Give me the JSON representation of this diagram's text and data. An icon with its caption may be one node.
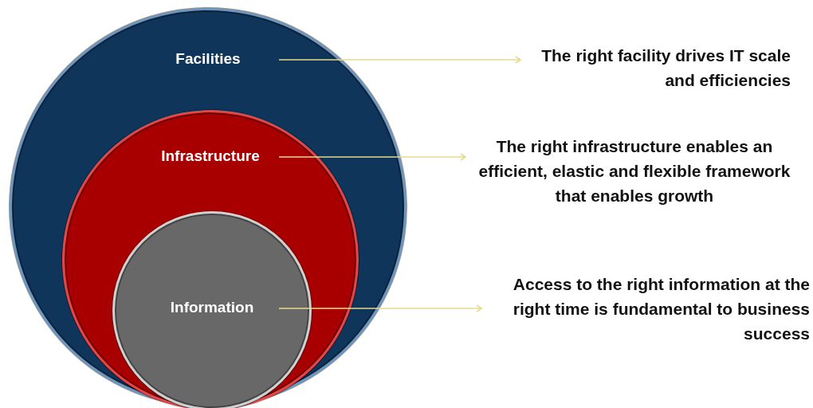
{
  "diagram": {
    "nodes": [
      {
        "text": [
          "Facilities"
        ]
      },
      {
        "text": [
          "Infrastructure"
        ],
        "in": 0
      },
      {
        "text": [
          "Information"
        ],
        "in": 1
      },
      {
        "text": [
          "The right facility drives IT scale and efficiencies"
        ]
      },
      {
        "text": [
          "The right infrastructure enables an efficient, elastic and flexible framework that enables growth"
        ]
      },
      {
        "text": [
          "Access to the right information at the right time is fundamental to business success"
        ]
      }
    ],
    "edges": [
      {
        "from": 0,
        "to": 3,
        "arrow": "to"
      },
      {
        "from": 1,
        "to": 4,
        "arrow": "to"
      },
      {
        "from": 2,
        "to": 5,
        "arrow": "to"
      }
    ]
  }
}
